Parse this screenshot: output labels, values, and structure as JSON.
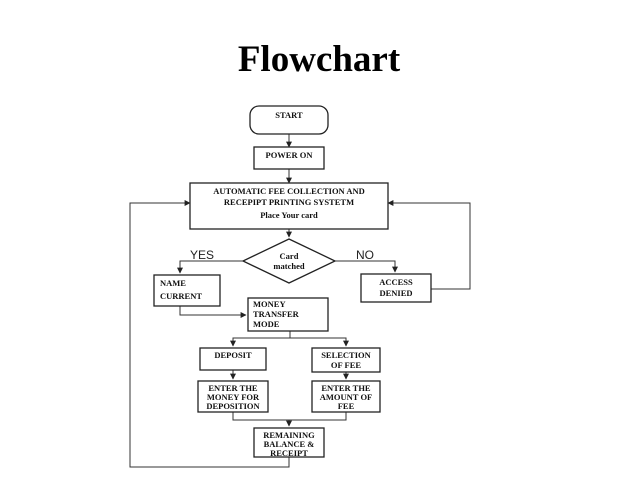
{
  "title": "Flowchart",
  "nodes": {
    "start": "START",
    "power_on": "POWER ON",
    "system": {
      "line1": "AUTOMATIC FEE COLLECTION AND",
      "line2": "RECEPIPT PRINTING   SYSTETM",
      "line3": "Place Your card"
    },
    "decision": {
      "line1": "Card",
      "line2": "matched"
    },
    "yes_label": "YES",
    "no_label": "NO",
    "name_current": {
      "line1": "NAME",
      "line2": "CURRENT"
    },
    "access_denied": {
      "line1": "ACCESS",
      "line2": "DENIED"
    },
    "money_transfer": {
      "line1": "MONEY",
      "line2": "TRANSFER",
      "line3": "MODE"
    },
    "deposit": "DEPOSIT",
    "selection_fee": {
      "line1": "SELECTION",
      "line2": "OF FEE"
    },
    "enter_money": {
      "line1": "ENTER THE",
      "line2": "MONEY FOR",
      "line3": "DEPOSITION"
    },
    "enter_amount": {
      "line1": "ENTER THE",
      "line2": "AMOUNT OF",
      "line3": "FEE"
    },
    "remaining": {
      "line1": "REMAINING",
      "line2": "BALANCE &",
      "line3": "RECEIPT"
    }
  }
}
